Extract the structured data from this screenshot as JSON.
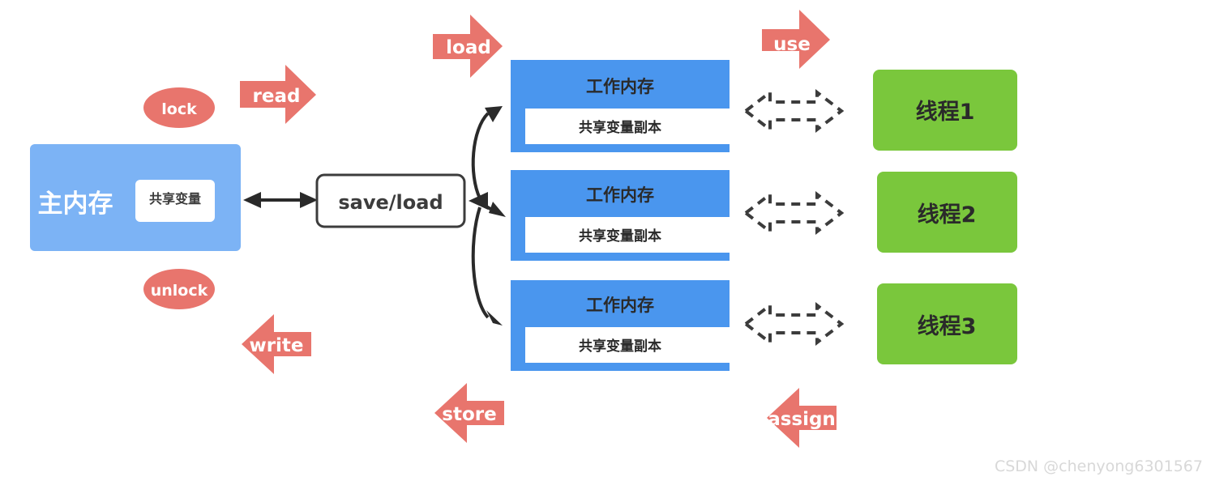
{
  "diagram": {
    "title_visible": false,
    "colors": {
      "main_memory_fill": "#7cb3f5",
      "working_memory_fill": "#4a96ee",
      "thread_fill": "#7ac73c",
      "arrow_coral": "#e8756d",
      "pill_coral": "#e8756d",
      "inner_box_fill": "#ffffff",
      "stroke_dark": "#3c3c3c",
      "background": "#ffffff",
      "watermark": "#d8d8d8"
    },
    "main_memory": {
      "label": "主内存",
      "inner_label": "共享变量"
    },
    "save_load": {
      "label": "save/load"
    },
    "working_memories": [
      {
        "title": "工作内存",
        "inner_label": "共享变量副本"
      },
      {
        "title": "工作内存",
        "inner_label": "共享变量副本"
      },
      {
        "title": "工作内存",
        "inner_label": "共享变量副本"
      }
    ],
    "threads": [
      {
        "label": "线程1"
      },
      {
        "label": "线程2"
      },
      {
        "label": "线程3"
      }
    ],
    "pills": [
      {
        "label": "lock"
      },
      {
        "label": "unlock"
      }
    ],
    "operation_arrows": [
      {
        "label": "read",
        "direction": "right"
      },
      {
        "label": "load",
        "direction": "right"
      },
      {
        "label": "use",
        "direction": "right"
      },
      {
        "label": "write",
        "direction": "left"
      },
      {
        "label": "store",
        "direction": "left"
      },
      {
        "label": "assign",
        "direction": "left"
      }
    ],
    "connectors": {
      "main_to_saveload": "double-headed-arrow",
      "saveload_to_working": "curved-arrow",
      "working_to_thread": "dashed-double-arrow"
    },
    "watermark": "CSDN @chenyong6301567"
  }
}
